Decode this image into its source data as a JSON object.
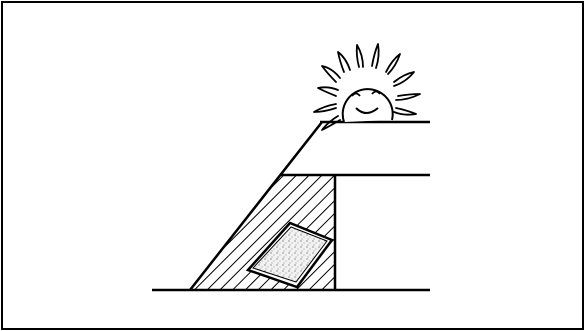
{
  "figure": {
    "elements": [
      "sun",
      "upper-ledge",
      "lower-ledge",
      "hatched-cavity",
      "panel-tile",
      "ground-line"
    ],
    "colors": {
      "ink": "#000000",
      "paper": "#ffffff",
      "tile": "#e8e8e8"
    }
  }
}
